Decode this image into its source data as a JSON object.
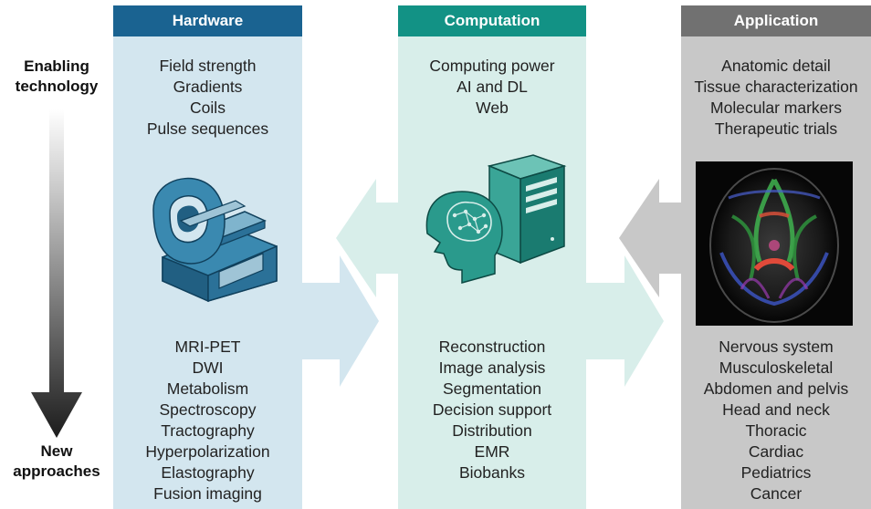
{
  "side": {
    "top_label": [
      "Enabling",
      "technology"
    ],
    "bottom_label": [
      "New",
      "approaches"
    ]
  },
  "columns": [
    {
      "header": "Hardware",
      "header_color": "#1a6391",
      "bg_color": "#d3e6ef",
      "top_items": [
        "Field strength",
        "Gradients",
        "Coils",
        "Pulse sequences"
      ],
      "bottom_items": [
        "MRI-PET",
        "DWI",
        "Metabolism",
        "Spectroscopy",
        "Tractography",
        "Hyperpolarization",
        "Elastography",
        "Fusion imaging"
      ],
      "icon": "mri-scanner-icon"
    },
    {
      "header": "Computation",
      "header_color": "#129285",
      "bg_color": "#d8eeea",
      "top_items": [
        "Computing power",
        "AI and DL",
        "Web"
      ],
      "bottom_items": [
        "Reconstruction",
        "Image analysis",
        "Segmentation",
        "Decision support",
        "Distribution",
        "EMR",
        "Biobanks"
      ],
      "icon": "ai-head-server-icon"
    },
    {
      "header": "Application",
      "header_color": "#717171",
      "bg_color": "#c8c8c8",
      "top_items": [
        "Anatomic detail",
        "Tissue characterization",
        "Molecular markers",
        "Therapeutic trials"
      ],
      "bottom_items": [
        "Nervous system",
        "Musculoskeletal",
        "Abdomen and pelvis",
        "Head and neck",
        "Thoracic",
        "Cardiac",
        "Pediatrics",
        "Cancer"
      ],
      "icon": "brain-tractography-image"
    }
  ]
}
